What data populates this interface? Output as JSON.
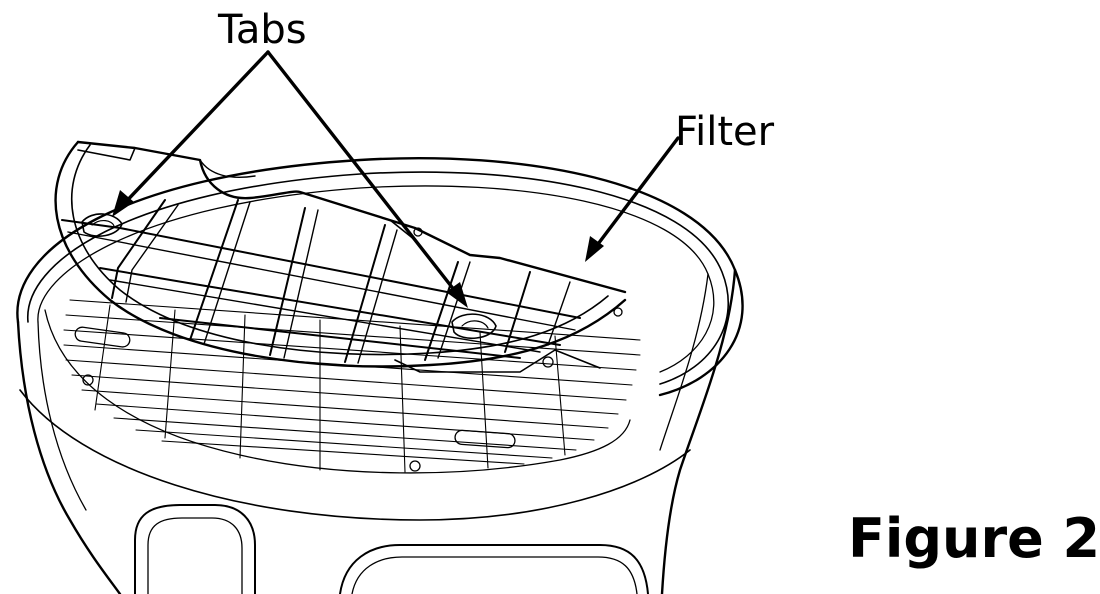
{
  "labels": {
    "tabs": "Tabs",
    "filter": "Filter"
  },
  "figure": {
    "caption": "Figure 2"
  },
  "colors": {
    "line": "#000000",
    "background": "#ffffff"
  }
}
